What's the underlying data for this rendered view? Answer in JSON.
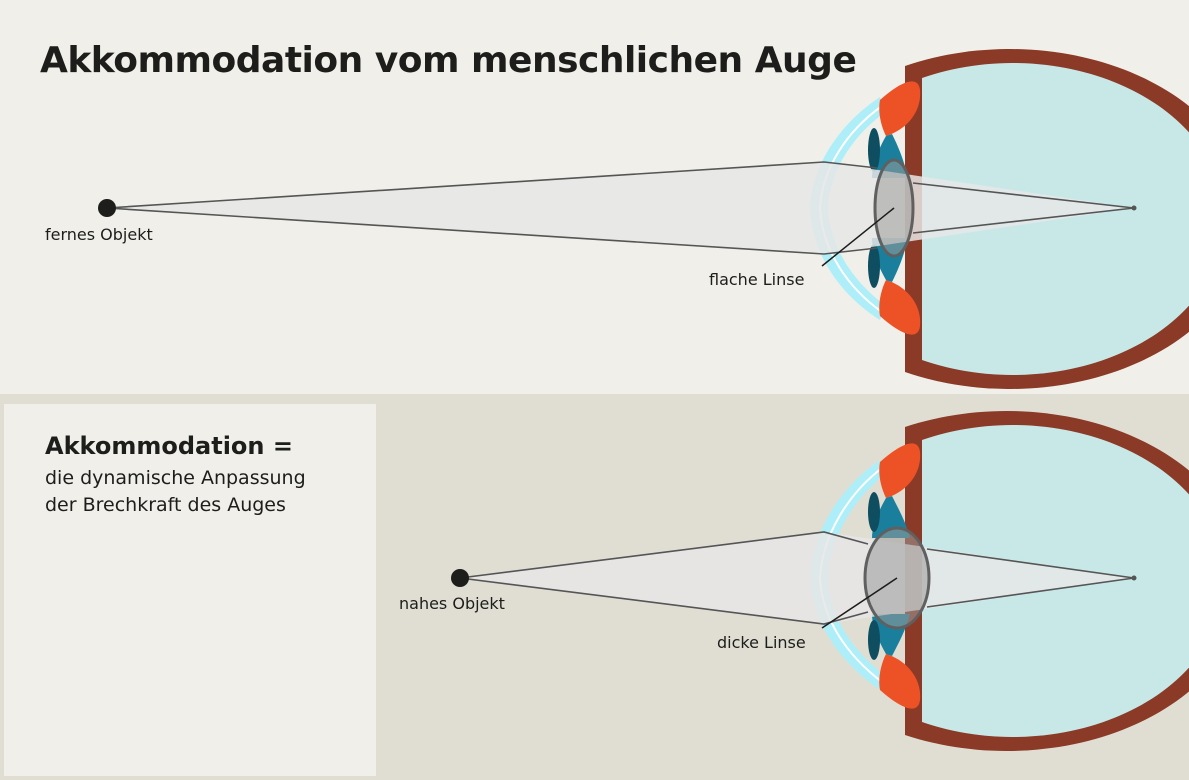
{
  "title": "Akkommodation vom menschlichen Auge",
  "definition": {
    "heading": "Akkommodation =",
    "line1": "die dynamische Anpassung",
    "line2": "der Brechkraft des Auges"
  },
  "far": {
    "object_label": "fernes Objekt",
    "lens_label": "flache Linse"
  },
  "near": {
    "object_label": "nahes Objekt",
    "lens_label": "dicke Linse"
  },
  "colors": {
    "sclera": "#8a3a26",
    "vitreous": "#c8e8e8",
    "cornea": "#aeeef8",
    "iris": "#ed5227",
    "ciliary": "#1a7f9c",
    "lens_fill": "#9a9a9a",
    "beam": "#e6e6e6"
  }
}
